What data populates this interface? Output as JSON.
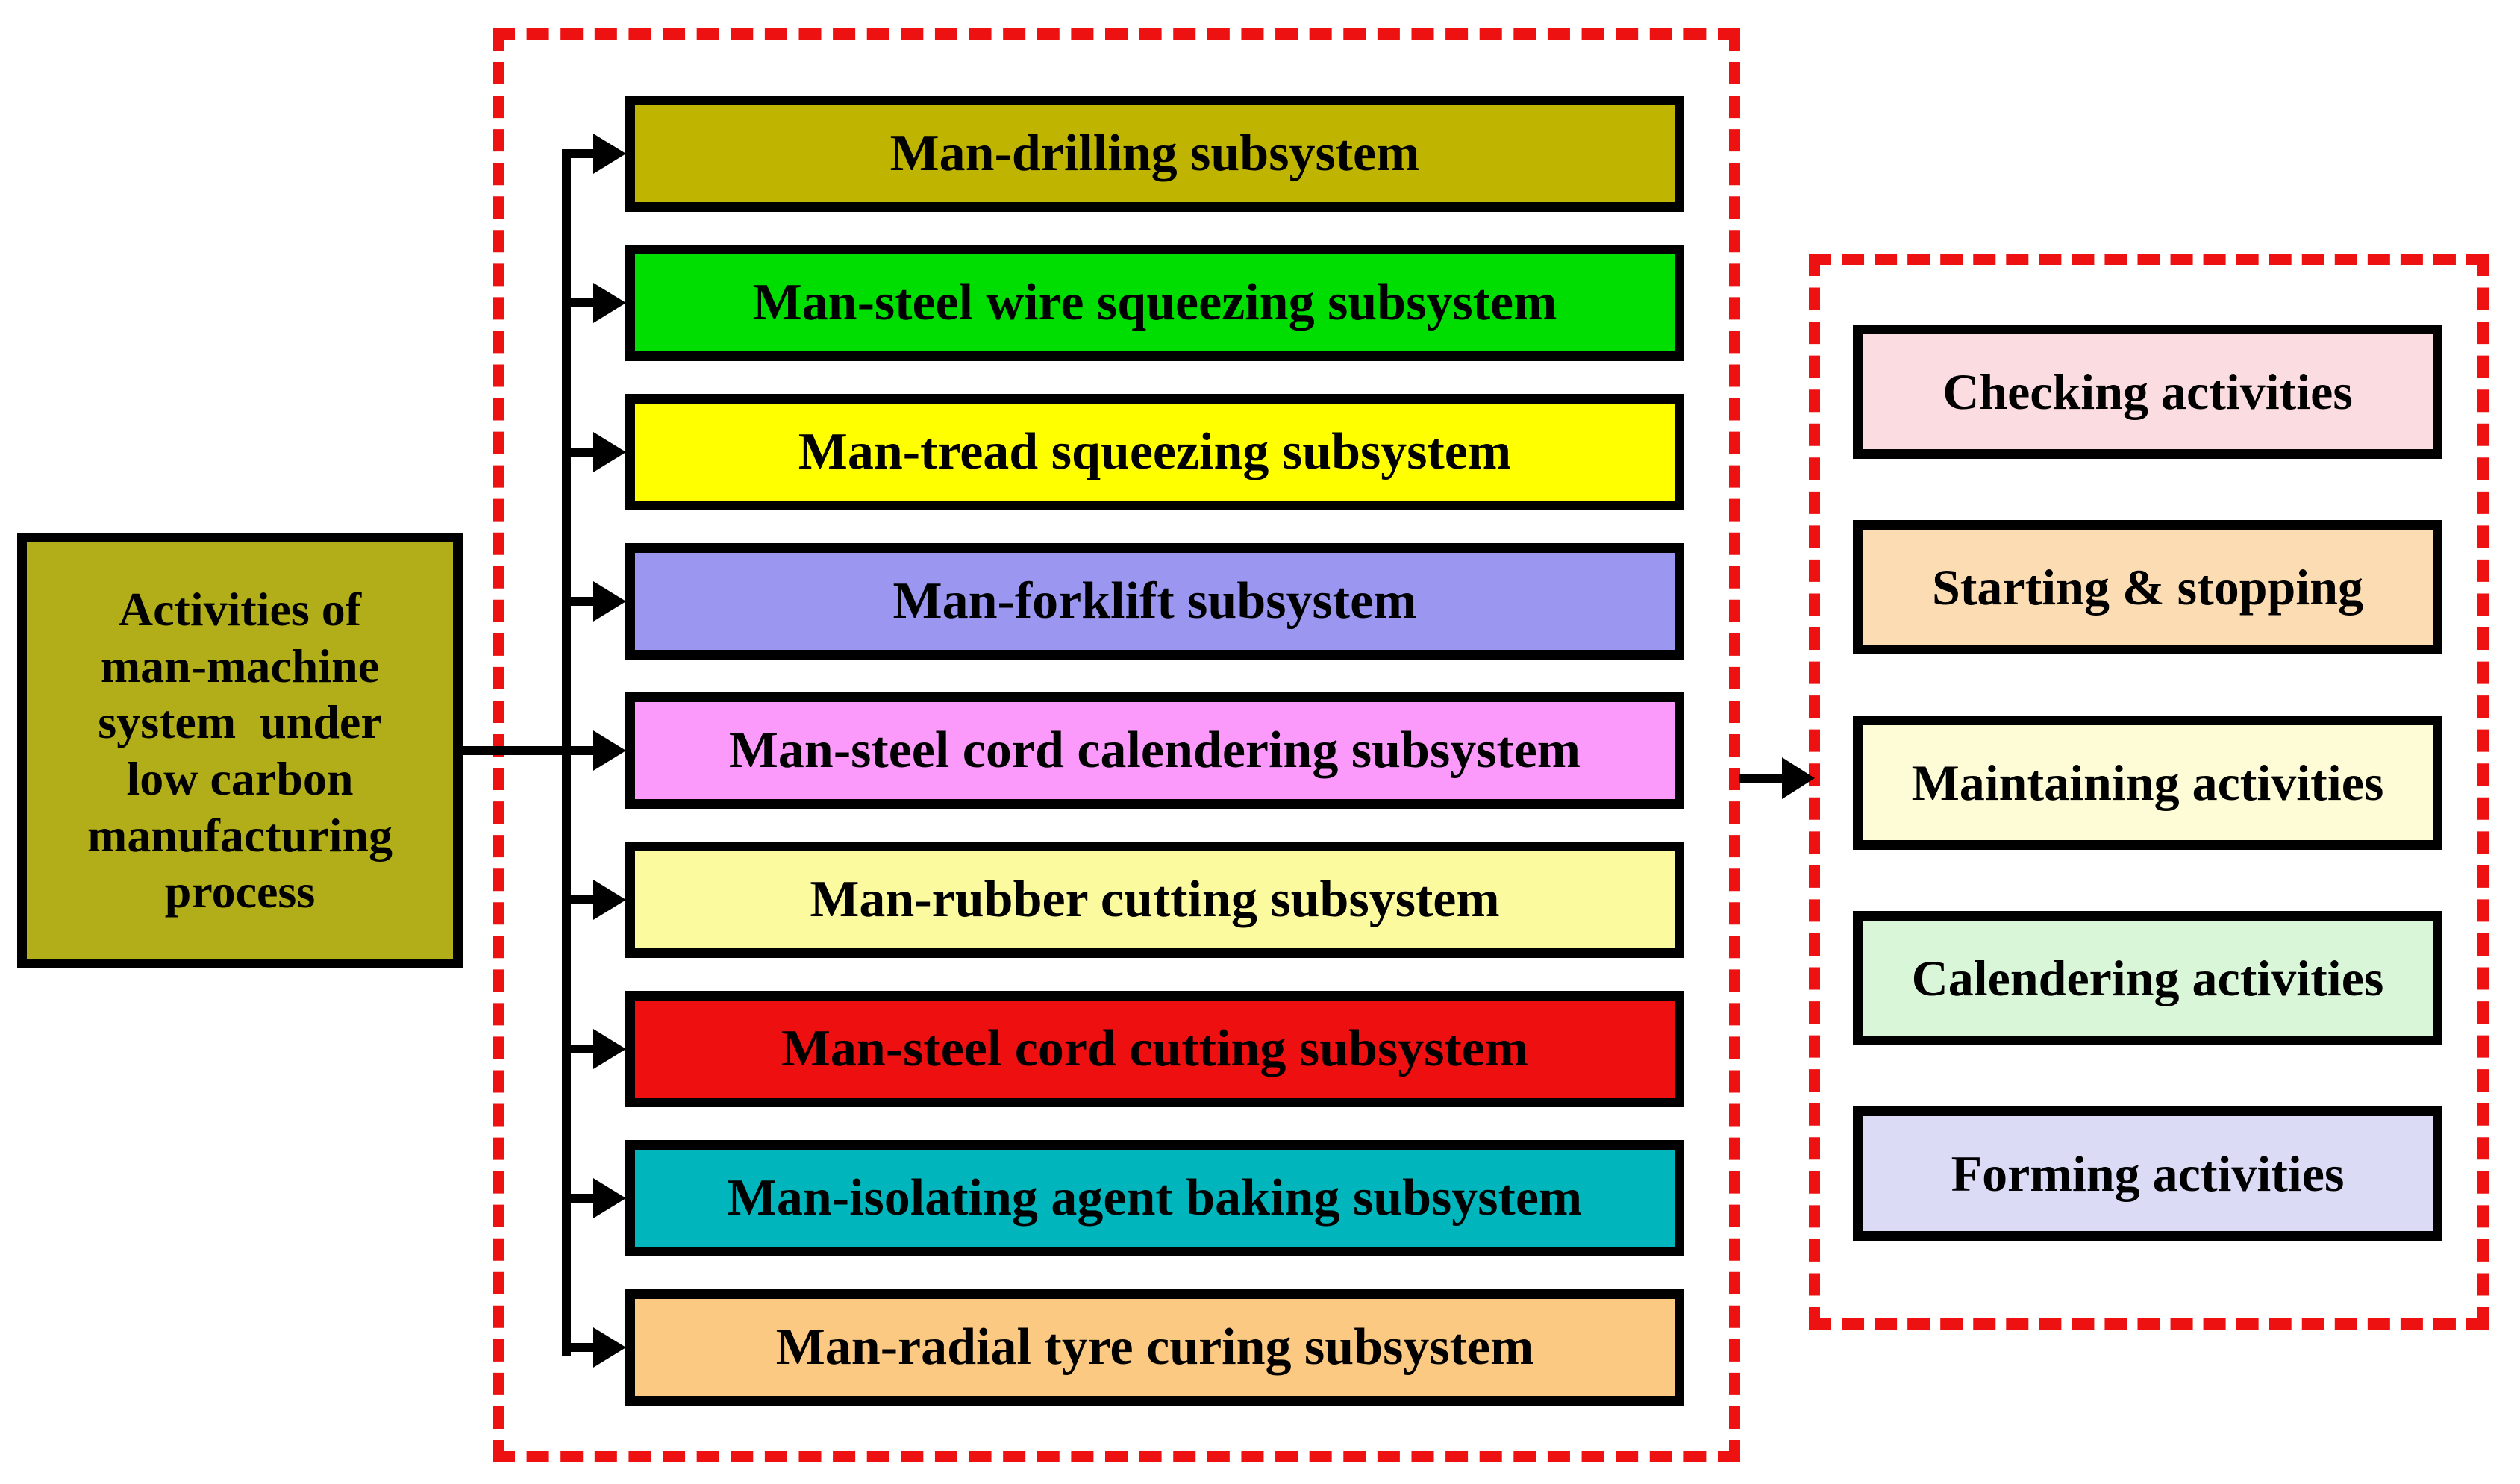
{
  "title_box": {
    "text": "Activities of\nman-machine\nsystem  under\nlow carbon\nmanufacturing\nprocess",
    "bg": "#b2ae19"
  },
  "subsystems": [
    {
      "label": "Man-drilling subsystem",
      "bg": "#bfb501"
    },
    {
      "label": "Man-steel wire squeezing subsystem",
      "bg": "#00dd00"
    },
    {
      "label": "Man-tread squeezing subsystem",
      "bg": "#ffff00"
    },
    {
      "label": "Man-forklift subsystem",
      "bg": "#9b97f0"
    },
    {
      "label": "Man-steel cord calendering subsystem",
      "bg": "#fb9afb"
    },
    {
      "label": "Man-rubber cutting subsystem",
      "bg": "#fbfa9e"
    },
    {
      "label": "Man-steel cord cutting subsystem",
      "bg": "#ee1010"
    },
    {
      "label": "Man-isolating agent baking subsystem",
      "bg": "#00b5bb"
    },
    {
      "label": "Man-radial tyre curing subsystem",
      "bg": "#fbc981"
    }
  ],
  "activities": [
    {
      "label": "Checking activities",
      "bg": "#fbdce0"
    },
    {
      "label": "Starting & stopping",
      "bg": "#fcdcb2"
    },
    {
      "label": "Maintaining activities",
      "bg": "#fdfcd7"
    },
    {
      "label": "Calendering activities",
      "bg": "#d9f6d9"
    },
    {
      "label": "Forming activities",
      "bg": "#dbdbf5"
    }
  ],
  "colors": {
    "group_border": "#ee1111",
    "box_border": "#000000",
    "arrow": "#000000",
    "text": "#000000"
  }
}
